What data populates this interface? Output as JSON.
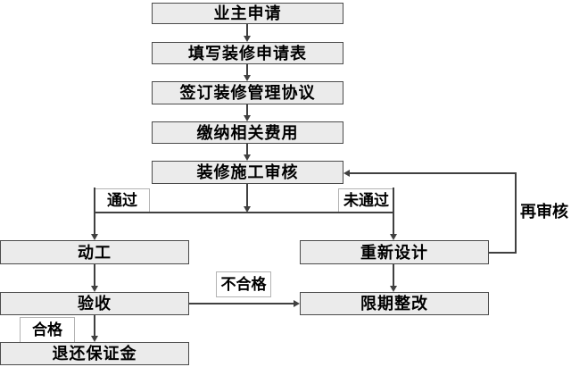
{
  "nodes": {
    "owner_application": "业主申请",
    "fill_application_form": "填写装修申请表",
    "sign_management_agreement": "签订装修管理协议",
    "pay_fees": "缴纳相关费用",
    "construction_review": "装修施工审核",
    "start_work": "动工",
    "redesign": "重新设计",
    "acceptance": "验收",
    "rectification": "限期整改",
    "refund_deposit": "退还保证金"
  },
  "edge_labels": {
    "pass": "通过",
    "fail": "未通过",
    "unqualified": "不合格",
    "qualified": "合格",
    "re_review": "再审核"
  },
  "colors": {
    "node_fill": "#ebebeb",
    "node_border": "#4b4b4b",
    "connector_line": "#404040",
    "label_border": "#b3b3b3",
    "label_fill": "#ffffff",
    "text": "#000000",
    "background": "#ffffff"
  }
}
